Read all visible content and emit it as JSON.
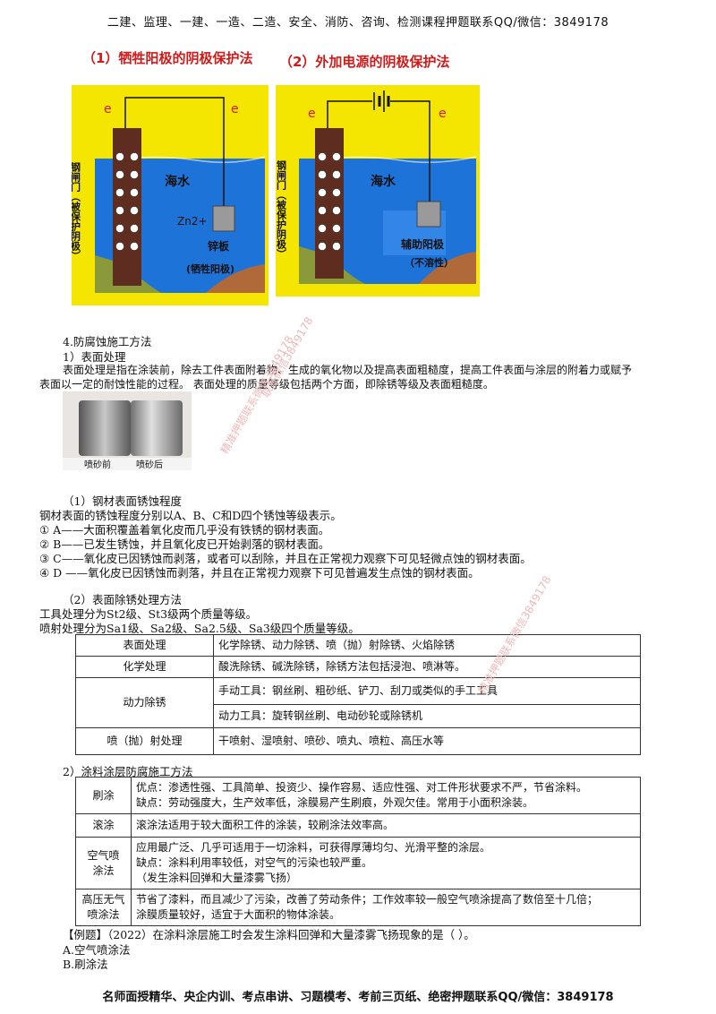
{
  "header": "二建、监理、一建、一造、二造、安全、消防、咨询、检测课程押题联系QQ/微信：3849178",
  "footer": "名师面授精华、央企内训、考点串讲、习题模考、考前三页纸、绝密押题联系QQ/微信：3849178",
  "diagrams": {
    "left": {
      "title": "（1）牺牲阳极的阴极保护法",
      "e_left": "e",
      "e_right": "e",
      "seawater": "海水",
      "ion": "Zn2+",
      "anode_label": "锌板",
      "anode_note": "(牺牲阳极)",
      "gate_label": "钢闸门（被保护阴极）"
    },
    "right": {
      "title": "（2）外加电源的阴极保护法",
      "e_left": "e",
      "e_right": "e",
      "seawater": "海水",
      "anode_label": "辅助阳极",
      "anode_note": "（不溶性）",
      "gate_label": "钢闸门（被保护阴极）"
    }
  },
  "section4": {
    "heading": "4.防腐蚀施工方法",
    "sub1": "1）表面处理",
    "para_line1": "表面处理是指在涂装前，除去工件表面附着物、生成的氧化物以及提高表面粗糙度，提高工件表面与涂层的附着力或赋予",
    "para_line2": "表面以一定的耐蚀性能的过程。 表面处理的质量等级包括两个方面，即除锈等级及表面粗糙度。",
    "photo_left": "喷砂前",
    "photo_right": "喷砂后"
  },
  "rust": {
    "heading": "（1）钢材表面锈蚀程度",
    "intro": "钢材表面的锈蚀程度分别以A、B、C和D四个锈蚀等级表示。",
    "items": [
      "① A——大面积覆盖着氧化皮而几乎没有铁锈的钢材表面。",
      "② B——已发生锈蚀，并且氧化皮已开始剥落的钢材表面。",
      "③ C——氧化皮已因锈蚀而剥落，或者可以刮除，并且在正常视力观察下可见轻微点蚀的钢材表面。",
      "④ D ——氧化皮已因锈蚀而剥落，并且在正常视力观察下可见普遍发生点蚀的钢材表面。"
    ]
  },
  "derust": {
    "heading": "（2）表面除锈处理方法",
    "line1": "工具处理分为St2级、St3级两个质量等级。",
    "line2": "喷射处理分为Sa1级、Sa2级、Sa2.5级、Sa3级四个质量等级。",
    "table": {
      "r1": [
        "表面处理",
        "化学除锈、动力除锈、喷（抛）射除锈、火焰除锈"
      ],
      "r2": [
        "化学处理",
        "酸洗除锈、碱洗除锈，除锈方法包括浸泡、喷淋等。"
      ],
      "r3_head": "动力除锈",
      "r3_a": "手动工具：钢丝刷、粗砂纸、铲刀、刮刀或类似的手工工具",
      "r3_b": "动力工具：旋转钢丝刷、电动砂轮或除锈机",
      "r4": [
        "喷（抛）射处理",
        "干喷射、湿喷射、喷砂、喷丸、喷粒、高压水等"
      ]
    }
  },
  "coating": {
    "heading": "2）涂料涂层防腐施工方法",
    "rows": [
      {
        "name": "刷涂",
        "lines": [
          "优点：渗透性强、工具简单、投资少、操作容易、适应性强、对工件形状要求不严，节省涂料。",
          "缺点：劳动强度大，生产效率低，涂膜易产生刷痕，外观欠佳。常用于小面积涂装。"
        ]
      },
      {
        "name": "滚涂",
        "lines": [
          "滚涂法适用于较大面积工件的涂装，较刷涂法效率高。"
        ]
      },
      {
        "name": "空气喷涂法",
        "lines": [
          "应用最广泛、几乎可适用于一切涂料，可获得厚薄均匀、光滑平整的涂层。",
          "缺点：涂料利用率较低，对空气的污染也较严重。",
          "（发生涂料回弹和大量漆雾飞扬）"
        ]
      },
      {
        "name": "高压无气喷涂法",
        "lines": [
          "节省了漆料，而且减少了污染，改善了劳动条件；工作效率较一般空气喷涂提高了数倍至十几倍；",
          "涂膜质量较好，适宜于大面积的物体涂装。"
        ]
      }
    ]
  },
  "example": {
    "question": "【例题】（2022）在涂料涂层施工时会发生涂料回弹和大量漆雾飞扬现象的是（  ）。",
    "options": [
      "A.空气喷涂法",
      "B.刷涂法"
    ]
  },
  "watermarks": [
    "精准押题联系微信3849178",
    "精准押题联系微信3849178",
    "联系微信3849178"
  ],
  "colors": {
    "title_red": "#d11a1a",
    "frame_yellow": "#f4e600",
    "sea_blue": "#1e73d8",
    "gate_brown": "#5e2d1f"
  }
}
